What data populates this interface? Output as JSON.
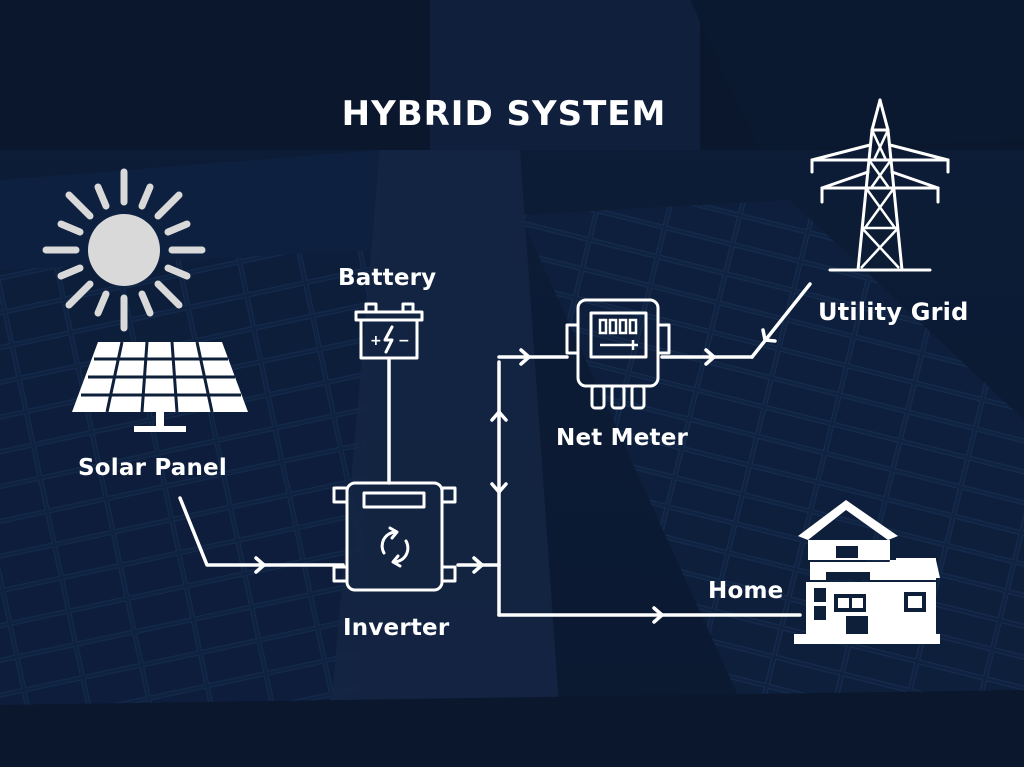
{
  "title": "HYBRID SYSTEM",
  "nodes": {
    "sun": {
      "icon": "sun-icon"
    },
    "solar_panel": {
      "label": "Solar Panel",
      "icon": "solar-panel-icon"
    },
    "battery": {
      "label": "Battery",
      "icon": "battery-icon"
    },
    "inverter": {
      "label": "Inverter",
      "icon": "inverter-icon"
    },
    "net_meter": {
      "label": "Net Meter",
      "icon": "net-meter-icon"
    },
    "utility_grid": {
      "label": "Utility Grid",
      "icon": "transmission-tower-icon"
    },
    "home": {
      "label": "Home",
      "icon": "house-icon"
    }
  },
  "colors": {
    "background": "#0d1c33",
    "foreground": "#ffffff",
    "sun": "#d9d9d9"
  }
}
